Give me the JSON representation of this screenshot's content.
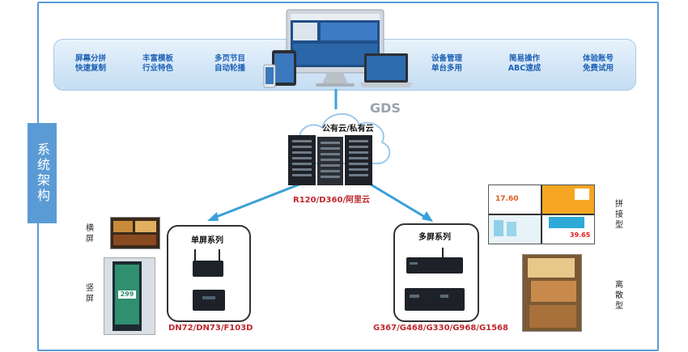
{
  "top_features_left": [
    {
      "line1": "屏幕分拼",
      "line2": "快速复制"
    },
    {
      "line1": "丰富模板",
      "line2": "行业特色"
    },
    {
      "line1": "多页节目",
      "line2": "自动轮播"
    }
  ],
  "top_features_right": [
    {
      "line1": "设备管理",
      "line2": "单台多用"
    },
    {
      "line1": "简易操作",
      "line2": "ABC速成"
    },
    {
      "line1": "体验账号",
      "line2": "免费试用"
    }
  ],
  "gds_label": "GDS",
  "cloud_label": "公有云/私有云",
  "server_label": "R120/D360/阿里云",
  "side_tab": "系统架构",
  "single_screen": {
    "title": "单屏系列",
    "models": "DN72/DN73/F103D"
  },
  "multi_screen": {
    "title": "多屏系列",
    "models": "G367/G468/G330/G968/G1568"
  },
  "left_labels": {
    "landscape": "横屏",
    "portrait": "竖屏"
  },
  "right_labels": {
    "splice": "拼接型",
    "discrete": "离散型"
  },
  "ad_prices": {
    "p1": "17.60",
    "p2": "39.65"
  },
  "kiosk_price": "299",
  "colors": {
    "accent": "#5b9bd5",
    "feature_text": "#1f62b5",
    "arrow": "#3aa0d8",
    "red_text": "#c0272d"
  }
}
